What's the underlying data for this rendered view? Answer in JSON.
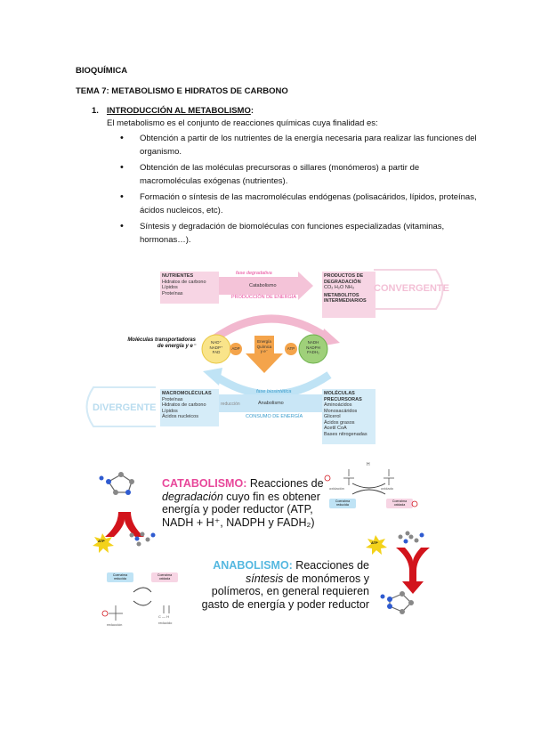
{
  "doc": {
    "subject": "BIOQUÍMICA",
    "topic": "TEMA 7: METABOLISMO E HIDRATOS DE CARBONO",
    "section_num": "1.",
    "section_title": "INTRODUCCIÓN AL METABOLISMO",
    "section_colon": ":",
    "intro": "El metabolismo es el conjunto de reacciones químicas cuya finalidad es:",
    "bullets": [
      "Obtención a partir de los nutrientes de la energía necesaria para realizar las funciones del organismo.",
      "Obtención de las moléculas precursoras o sillares (monómeros) a partir de macromoléculas exógenas (nutrientes).",
      "Formación o síntesis de las macromoléculas endógenas (polisacáridos, lípidos, proteínas, ácidos nucleicos, etc).",
      "Síntesis y degradación de biomoléculas con funciones especializadas (vitaminas, hormonas…)."
    ]
  },
  "diagram": {
    "nutrientes_title": "NUTRIENTES",
    "nutrientes_items": [
      "Hidratos de carbono",
      "Lípidos",
      "Proteínas"
    ],
    "fase_degradativa": "fase degradativa",
    "catabolismo": "Catabolismo",
    "produccion_energia": "PRODUCCIÓN DE ENERGÍA",
    "productos_title": "PRODUCTOS DE DEGRADACIÓN",
    "productos_items": "CO₂  H₂O  NH₃",
    "metabolitos": "METABOLITOS INTERMEDIARIOS",
    "convergente": "CONVERGENTE",
    "moleculas_transportadoras": "Moléculas transportadoras de energía y e⁻",
    "left_circle": [
      "NAD⁺",
      "NADP⁺",
      "FAD"
    ],
    "adp": "ADP",
    "energia_quimica": [
      "Energía",
      "Química",
      "y e⁻"
    ],
    "atp": "ATP",
    "right_circle": [
      "NADH",
      "NADPH",
      "FADH₂"
    ],
    "divergente": "DIVERGENTE",
    "macromoleculas_title": "MACROMOLÉCULAS",
    "macromoleculas_items": [
      "Proteínas",
      "Hidratos de carbono",
      "Lípidos",
      "Ácidos nucleicos"
    ],
    "fase_biosintetica": "fase biosintética",
    "reduccion": "reducción",
    "anabolismo": "Anabolismo",
    "consumo_energia": "CONSUMO DE ENERGÍA",
    "precursoras_title": "MOLÉCULAS PRECURSORAS",
    "precursoras_items": [
      "Aminoácidos",
      "Monosacáridos",
      "Glicerol",
      "Ácidos grasos",
      "Acetil CoA",
      "Bases nitrogenadas"
    ]
  },
  "panel": {
    "cat_word": "CATABOLISMO:",
    "cat_rest1": " Reacciones de",
    "cat_italic": "degradación",
    "cat_rest2": " cuyo fin es obtener",
    "cat_line3": "energía y poder reductor (ATP,",
    "cat_line4": "NADH + H⁺, NADPH y FADH₂)",
    "ana_word": "ANABOLISMO:",
    "ana_rest1": " Reacciones de",
    "ana_italic": "síntesis",
    "ana_rest2": " de monómeros y",
    "ana_line3": "polímeros, en general requieren",
    "ana_line4": "gasto de energía y poder reductor",
    "atp": "ATP",
    "top_h": "H",
    "oxidacion": "oxidación",
    "reducido": "reducido",
    "oxidado": "oxidado",
    "coenzima_reducida": "Coenzima reducida",
    "coenzima_oxidada": "Coenzima oxidada",
    "ch_label": "C — H",
    "reduccion": "reducción",
    "colors": {
      "catabolismo": "#e8479a",
      "anabolismo": "#55b8e0",
      "arrow_red": "#d2141c"
    }
  }
}
